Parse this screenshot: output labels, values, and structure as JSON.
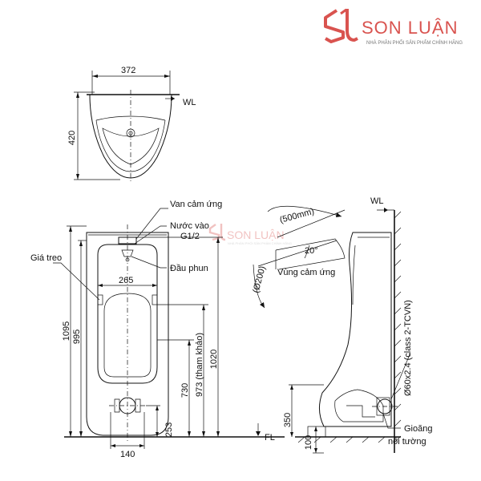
{
  "brand": {
    "name": "SON LUẬN",
    "tagline": "NHÀ PHÂN PHỐI SẢN PHẨM CHÍNH HÃNG",
    "logo_color": "#d9534f",
    "watermark_name": "SON LUẬN",
    "watermark_tagline": "NHÀ PHÂN PHỐI SẢN PHẨM CHÍNH HÃNG"
  },
  "top_view": {
    "width_dim": "372",
    "depth_dim": "420",
    "wl_label": "WL"
  },
  "front_view": {
    "labels": {
      "sensor_valve": "Van cảm ứng",
      "water_inlet": "Nước vào",
      "inlet_size": "G1/2",
      "spray_head": "Đầu phun",
      "hanger": "Giá treo"
    },
    "dims": {
      "inner_width": "265",
      "total_height": "1095",
      "body_height": "995",
      "valve_height": "1020",
      "ref_height": "973 (tham khảo)",
      "outlet_height": "730",
      "drain_height": "253",
      "drain_width": "140"
    },
    "fl_label": "FL"
  },
  "side_view": {
    "labels": {
      "sensor_zone": "Vùng cảm ứng",
      "gasket": "Gioăng",
      "wall_joint": "nối tường",
      "pipe_spec": "Ø60x2.4 (class 2-TCVN)"
    },
    "dims": {
      "range": "(500mm)",
      "diameter": "(Ø200)",
      "angle": "20°",
      "drain_height": "350",
      "floor_gap": "100"
    },
    "wl_label": "WL"
  }
}
